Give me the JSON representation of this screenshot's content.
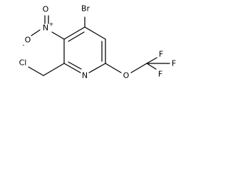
{
  "molecule": {
    "atoms": {
      "bromine": "Br",
      "nitro_n": "N",
      "nitro_n_charge": "+",
      "nitro_o_top": "O",
      "nitro_o_left": "O",
      "nitro_o_charge": "-",
      "chlorine": "Cl",
      "ring_n": "N",
      "ether_o": "O",
      "fluorine_top": "F",
      "fluorine_right": "F",
      "fluorine_bottom": "F"
    }
  }
}
